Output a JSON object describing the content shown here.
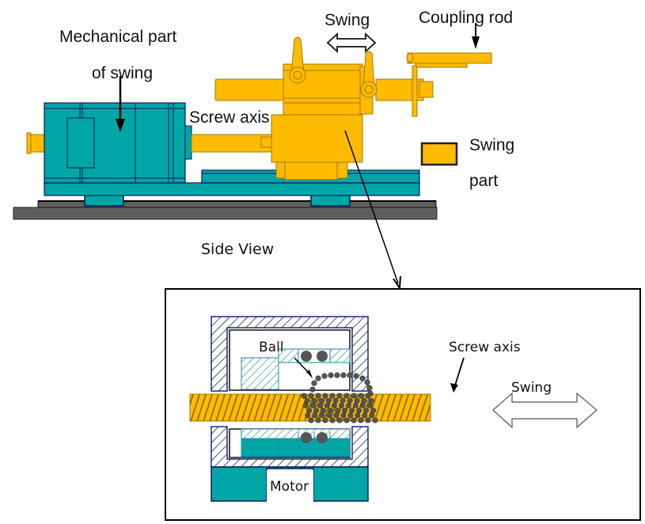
{
  "side_view": {
    "caption": "Side View",
    "labels": {
      "mechanical_part_line1": "Mechanical part",
      "mechanical_part_line2": "of swing",
      "swing": "Swing",
      "coupling_rod": "Coupling rod",
      "screw_axis": "Screw axis"
    },
    "legend": {
      "line1": "Swing",
      "line2": "part",
      "swatch_color": "#FFBB00"
    }
  },
  "detail_view": {
    "labels": {
      "ball": "Ball",
      "screw_axis": "Screw axis",
      "swing": "Swing",
      "motor": "Motor"
    }
  },
  "colors": {
    "teal": "#00A6A6",
    "teal_outline": "#0A1A5C",
    "yellow": "#FFBB00",
    "yellow_outline": "#A07800",
    "rail": "#5E5E5E",
    "ball": "#555555"
  }
}
